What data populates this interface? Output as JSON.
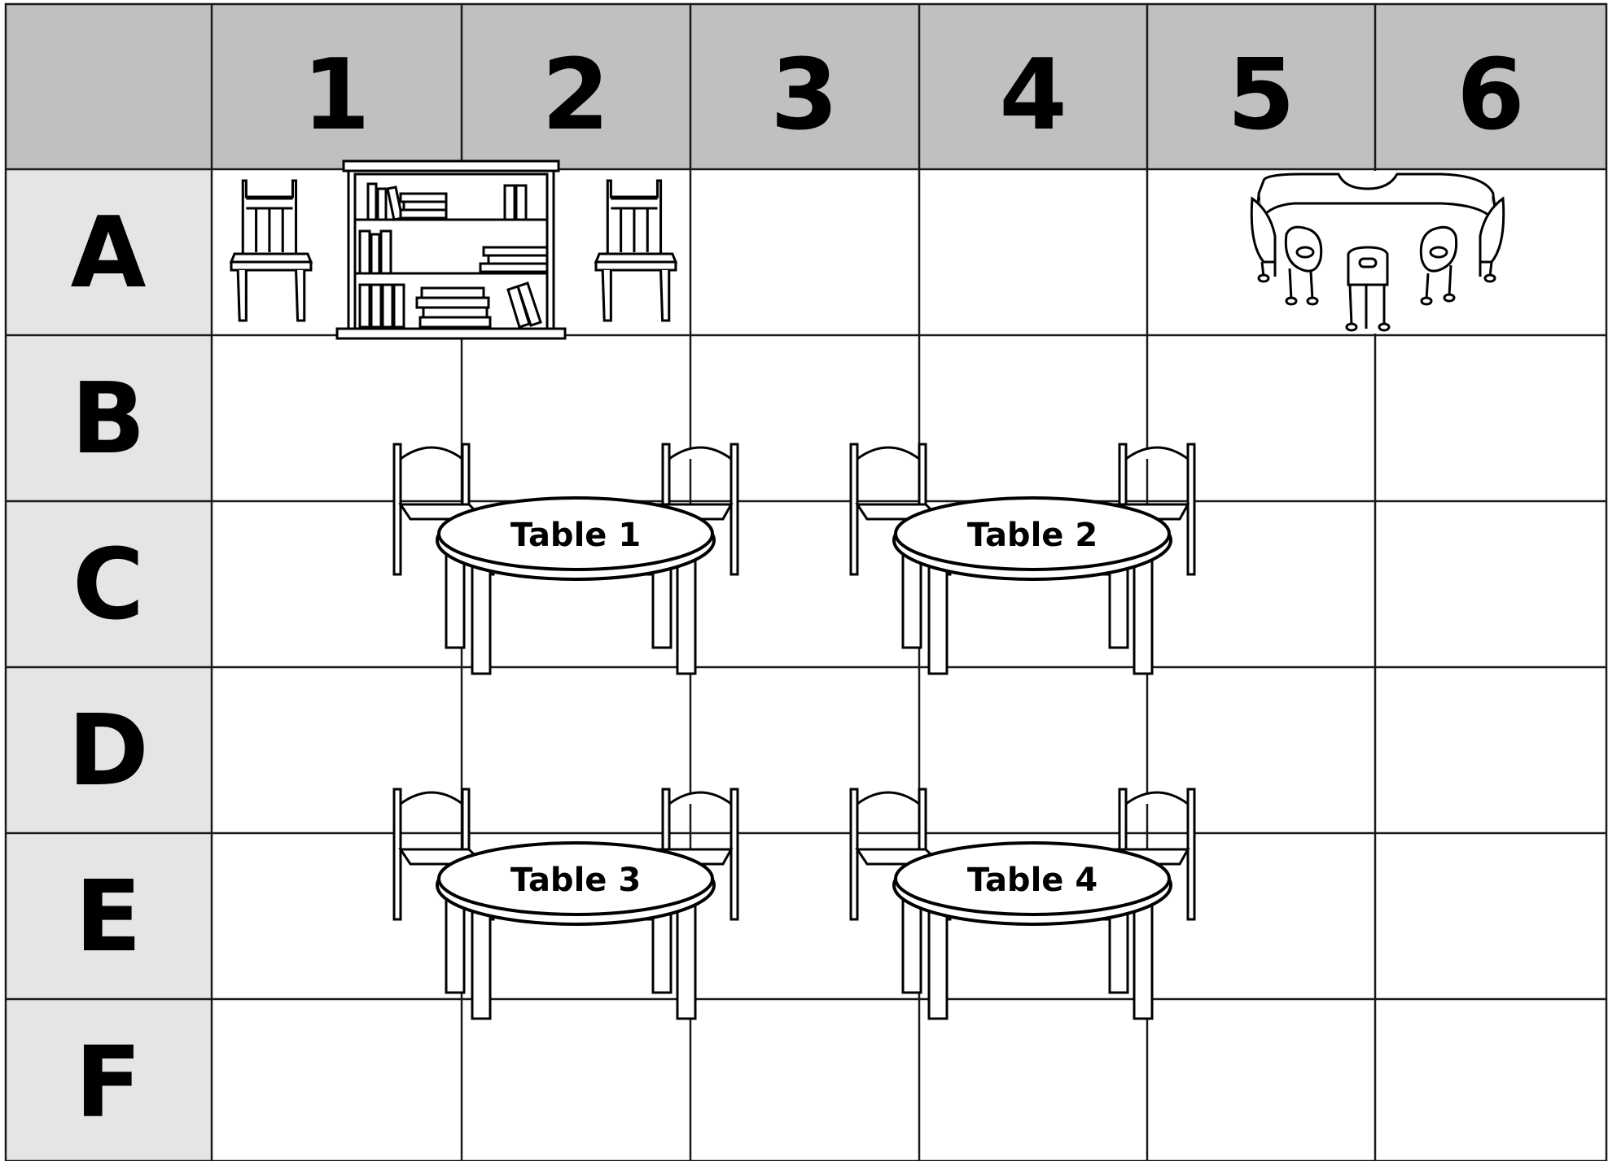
{
  "grid": {
    "column_headers": [
      "1",
      "2",
      "3",
      "4",
      "5",
      "6"
    ],
    "row_headers": [
      "A",
      "B",
      "C",
      "D",
      "E",
      "F"
    ]
  },
  "tables": [
    {
      "label": "Table 1"
    },
    {
      "label": "Table 2"
    },
    {
      "label": "Table 3"
    },
    {
      "label": "Table 4"
    }
  ],
  "furniture": {
    "row_a": [
      "chair-icon",
      "bookshelf-icon",
      "chair-icon",
      "kidney-table-icon"
    ],
    "table_icon": "round-table-with-chairs-icon"
  },
  "colors": {
    "header_bg": "#bfc0bf",
    "row_header_bg": "#e4e5e4",
    "gridline": "#1a1a1a",
    "ink": "#000000"
  }
}
